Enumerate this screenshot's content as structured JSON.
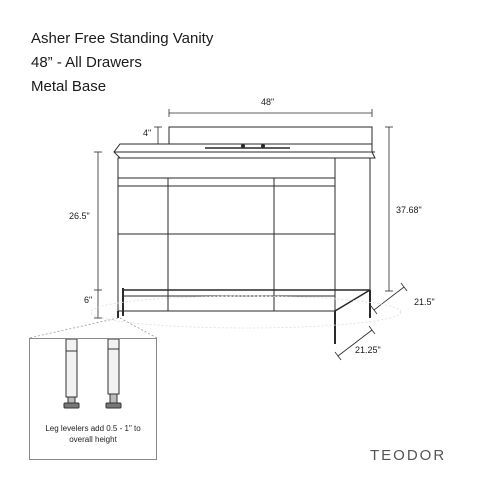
{
  "title": {
    "line1": "Asher Free Standing Vanity",
    "line2": "48” - All Drawers",
    "line3": "Metal Base"
  },
  "dimensions": {
    "width": "48\"",
    "backsplash": "4\"",
    "cabinet_height": "26.5\"",
    "total_height": "37.68\"",
    "leg_height": "6\"",
    "depth_side": "21.5\"",
    "depth_base": "21.25\""
  },
  "inset": {
    "note_line1": "Leg levelers add 0.5 - 1\" to",
    "note_line2": "overall height"
  },
  "brand": "TEODOR"
}
